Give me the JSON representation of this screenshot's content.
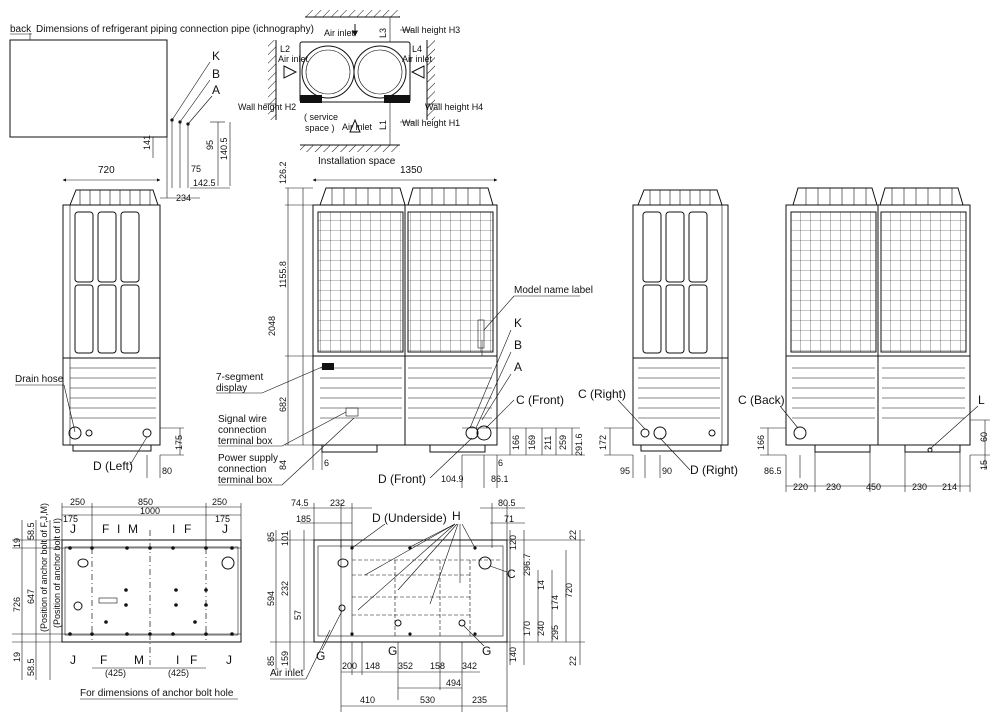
{
  "views": {
    "back_label": "back",
    "piping_title": "Dimensions of refrigerant piping connection pipe (ichnography)"
  },
  "install": {
    "title": "Installation space",
    "air_inlet": "Air inlet",
    "service_space_1": "( service",
    "service_space_2": "space )",
    "l1": "L1",
    "l2": "L2",
    "l3": "L3",
    "l4": "L4",
    "wall_h1": "Wall height H1",
    "wall_h2": "Wall height H2",
    "wall_h3": "Wall height H3",
    "wall_h4": "Wall height H4"
  },
  "labels": {
    "a": "A",
    "b": "B",
    "c": "C",
    "f": "F",
    "g": "G",
    "h": "H",
    "i": "I",
    "j": "J",
    "k": "K",
    "l": "L",
    "m": "M",
    "drain_hose": "Drain hose",
    "d_left": "D (Left)",
    "d_front": "D (Front)",
    "d_right": "D (Right)",
    "d_underside": "D (Underside)",
    "c_front": "C (Front)",
    "c_right": "C (Right)",
    "c_back": "C (Back)",
    "segment_1": "7-segment",
    "segment_2": "display",
    "signal_1": "Signal wire",
    "signal_2": "connection",
    "signal_3": "terminal box",
    "power_1": "Power supply",
    "power_2": "connection",
    "power_3": "terminal box",
    "model_name": "Model name label",
    "air_inlet": "Air inlet",
    "anchor_pos_fjm": "(Position of anchor bolt of F,J,M)",
    "anchor_pos_i": "(Position of anchor bolt of I)",
    "anchor_caption": "For dimensions of anchor bolt hole"
  },
  "dims": {
    "d6": "6",
    "d14": "14",
    "d15": "15",
    "d19": "19",
    "d22": "22",
    "d57": "57",
    "d58_5": "58.5",
    "d60": "60",
    "d71": "71",
    "d74_5": "74.5",
    "d75": "75",
    "d80": "80",
    "d80_5": "80.5",
    "d84": "84",
    "d85": "85",
    "d86_1": "86.1",
    "d86_5": "86.5",
    "d90": "90",
    "d95": "95",
    "d101": "101",
    "d104_9": "104.9",
    "d120": "120",
    "d126_2": "126.2",
    "d140": "140",
    "d140_5": "140.5",
    "d141": "141",
    "d142_5": "142.5",
    "d148": "148",
    "d158": "158",
    "d159": "159",
    "d166": "166",
    "d169": "169",
    "d170": "170",
    "d172": "172",
    "d174": "174",
    "d175": "175",
    "d185": "185",
    "d200": "200",
    "d211": "211",
    "d214": "214",
    "d220": "220",
    "d230": "230",
    "d232": "232",
    "d234": "234",
    "d235": "235",
    "d240": "240",
    "d250": "250",
    "d259": "259",
    "d291_6": "291.6",
    "d295": "295",
    "d296_7": "296.7",
    "d342": "342",
    "d352": "352",
    "d410": "410",
    "d425_paren": "(425)",
    "d450": "450",
    "d494": "494",
    "d530": "530",
    "d594": "594",
    "d647": "647",
    "d682": "682",
    "d720": "720",
    "d726": "726",
    "d850": "850",
    "d1000": "1000",
    "d1155_8": "1155.8",
    "d1350": "1350",
    "d2048": "2048"
  }
}
